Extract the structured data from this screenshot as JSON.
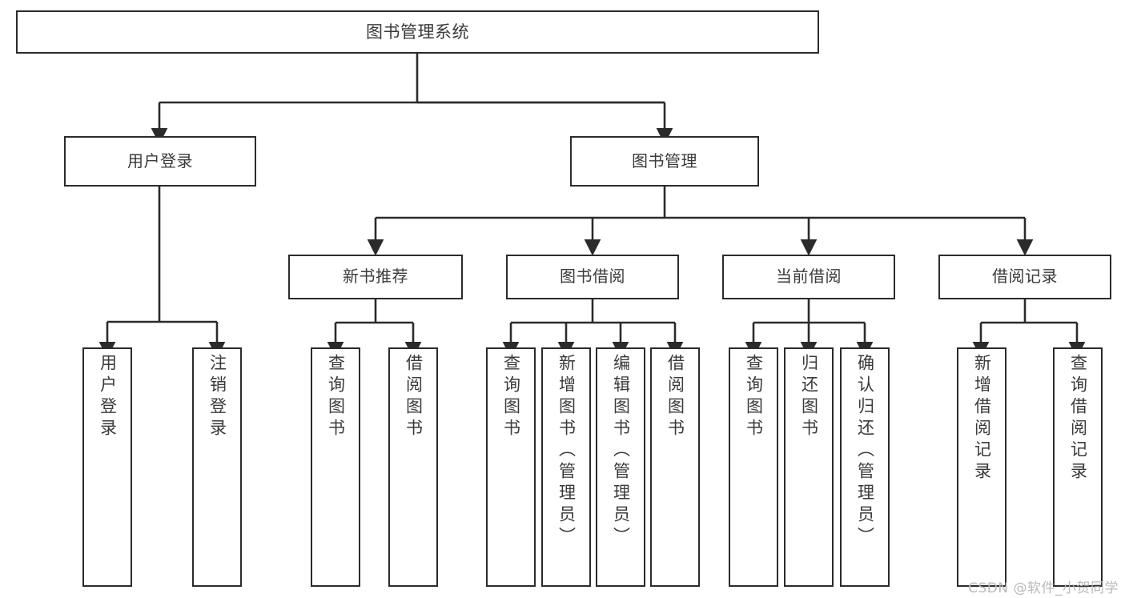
{
  "diagram": {
    "title": "图书管理系统",
    "type": "tree-hierarchy-chart",
    "watermark": "CSDN @软件_小贺同学",
    "colors": {
      "box_stroke": "#2b2b2b",
      "box_fill": "#ffffff",
      "text": "#3a3a3a",
      "connector": "#2b2b2b",
      "watermark": "#b9b9b9",
      "background": "#ffffff"
    },
    "nodes": {
      "root": {
        "label": "图书管理系统"
      },
      "level1": [
        {
          "label": "用户登录"
        },
        {
          "label": "图书管理"
        }
      ],
      "level2": [
        {
          "label": "新书推荐"
        },
        {
          "label": "图书借阅"
        },
        {
          "label": "当前借阅"
        },
        {
          "label": "借阅记录"
        }
      ],
      "leaves": {
        "user_login": [
          {
            "label": "用户登录"
          },
          {
            "label": "注销登录"
          }
        ],
        "new_book_recommend": [
          {
            "label": "查询图书"
          },
          {
            "label": "借阅图书"
          }
        ],
        "book_borrow": [
          {
            "label": "查询图书"
          },
          {
            "label": "新增图书（管理员）"
          },
          {
            "label": "编辑图书（管理员）"
          },
          {
            "label": "借阅图书"
          }
        ],
        "current_borrow": [
          {
            "label": "查询图书"
          },
          {
            "label": "归还图书"
          },
          {
            "label": "确认归还（管理员）"
          }
        ],
        "borrow_record": [
          {
            "label": "新增借阅记录"
          },
          {
            "label": "查询借阅记录"
          }
        ]
      }
    }
  }
}
